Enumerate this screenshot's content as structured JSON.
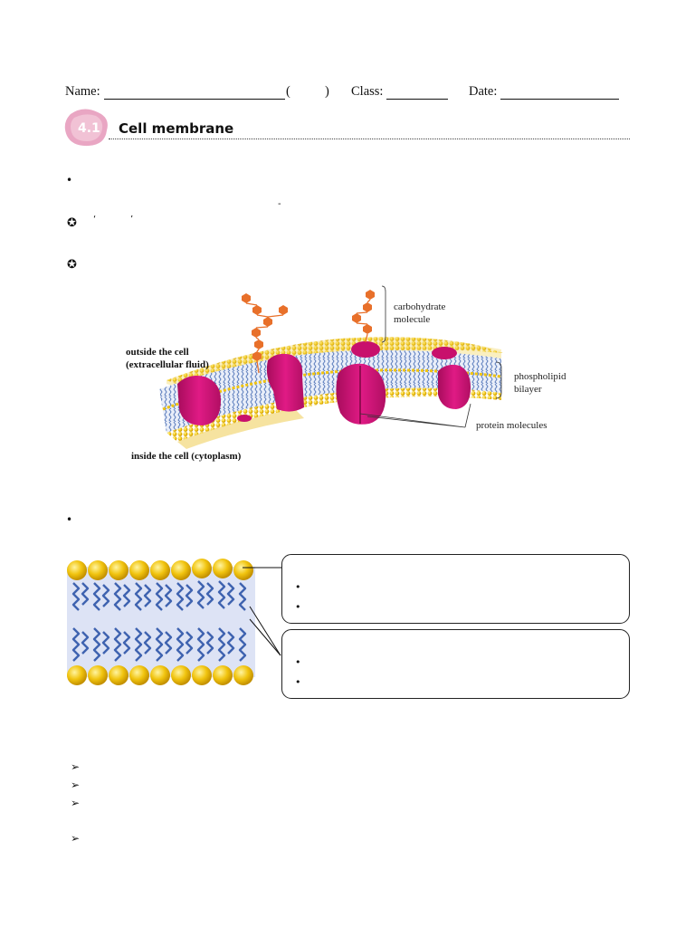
{
  "header": {
    "name_label": "Name:",
    "paren_open": "(",
    "paren_close": ")",
    "class_label": "Class:",
    "date_label": "Date:"
  },
  "section": {
    "number": "4.1",
    "title": "Cell membrane"
  },
  "marks": {
    "bullet": "•",
    "star": "✪",
    "arrow": "➢",
    "dash": "-",
    "quote_open": "‘",
    "quote_close": "’"
  },
  "figure1": {
    "labels": {
      "carbohydrate": "carbohydrate\nmolecule",
      "phospholipid": "phospholipid\nbilayer",
      "protein": "protein molecules",
      "outside": "outside the cell\n(extracellular fluid)",
      "inside": "inside the cell (cytoplasm)"
    }
  },
  "colors": {
    "head": "#f1c40f",
    "protein": "#d4147a",
    "tail": "#4a6fb5",
    "carb": "#e8702a",
    "badge": "#e9a6c3",
    "bilayer_bg": "#dde3f5"
  }
}
